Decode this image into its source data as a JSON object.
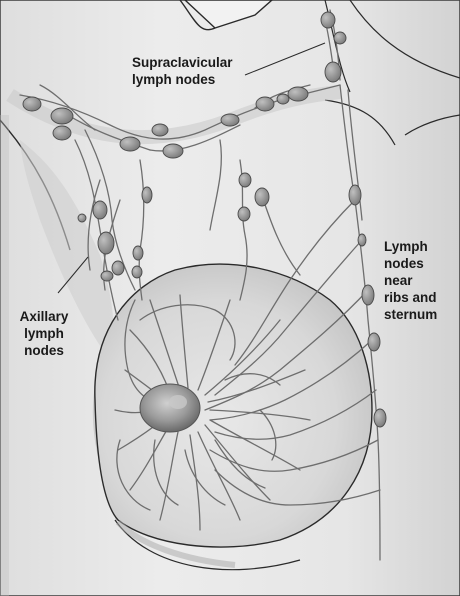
{
  "labels": {
    "supraclavicular": "Supraclavicular\nlymph nodes",
    "axillary": "Axillary\nlymph\nnodes",
    "ribs_sternum": "Lymph\nnodes near\nribs and\nsternum"
  },
  "colors": {
    "skin_light": "#ececec",
    "skin_mid": "#d6d6d6",
    "skin_shadow": "#bdbdbd",
    "vessel": "#6e6e6e",
    "node_fill": "#8c8c8c",
    "node_stroke": "#4a4a4a",
    "outline": "#2a2a2a",
    "text": "#1a1a1a"
  }
}
